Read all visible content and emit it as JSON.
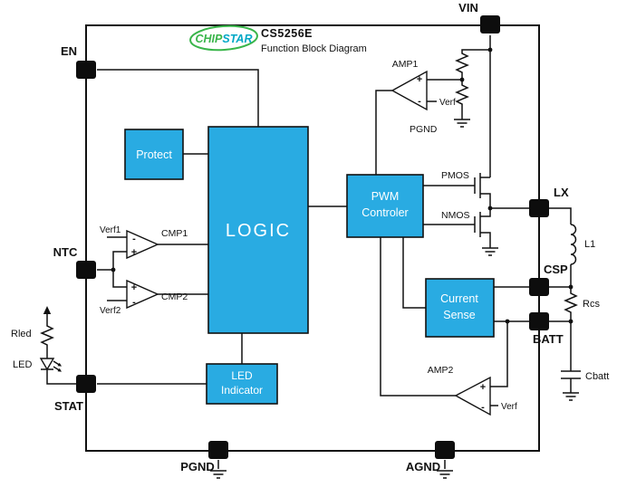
{
  "header": {
    "part": "CS5256E",
    "subtitle": "Function Block Diagram",
    "logo": {
      "chip": "CHIP",
      "star": "STAR"
    }
  },
  "colors": {
    "block_fill": "#29abe2",
    "pin": "#0d0d0d",
    "wire": "#111111",
    "logo_green": "#39b54a",
    "logo_teal": "#00a8c6"
  },
  "pins": {
    "en": "EN",
    "vin": "VIN",
    "ntc": "NTC",
    "stat": "STAT",
    "lx": "LX",
    "csp": "CSP",
    "batt": "BATT",
    "pgnd": "PGND",
    "agnd": "AGND"
  },
  "blocks": {
    "protect": {
      "label": "Protect"
    },
    "logic": {
      "label": "LOGIC"
    },
    "pwm": {
      "line1": "PWM",
      "line2": "Controler"
    },
    "current_sense": {
      "line1": "Current",
      "line2": "Sense"
    },
    "led_indicator": {
      "line1": "LED",
      "line2": "Indicator"
    }
  },
  "amplifiers": {
    "amp1": {
      "label": "AMP1",
      "ref": "Verf"
    },
    "amp2": {
      "label": "AMP2",
      "ref": "Verf"
    },
    "cmp1": {
      "label": "CMP1",
      "ref": "Verf1"
    },
    "cmp2": {
      "label": "CMP2",
      "ref": "Verf2"
    }
  },
  "transistors": {
    "pmos": "PMOS",
    "nmos": "NMOS"
  },
  "components": {
    "inductor": "L1",
    "sense_resistor": "Rcs",
    "battery_capacitor": "Cbatt",
    "led_resistor": "Rled",
    "led": "LED"
  },
  "internal_labels": {
    "divider_ground": "PGND"
  },
  "symbols": {
    "plus": "+",
    "minus": "-"
  }
}
